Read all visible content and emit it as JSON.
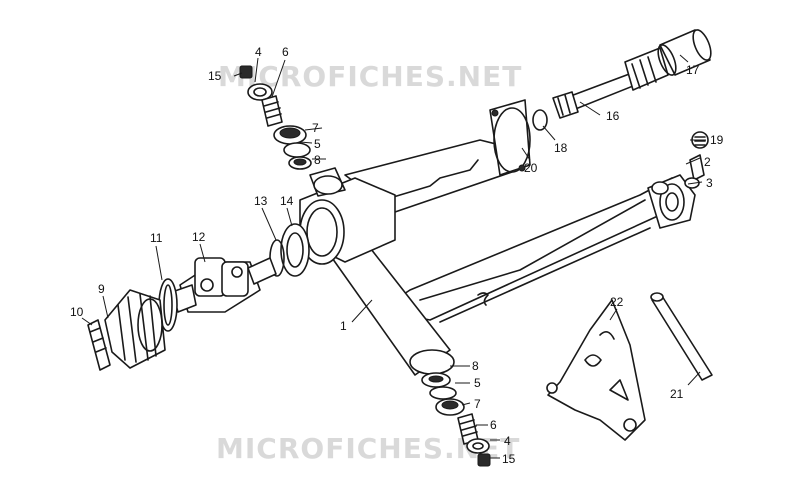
{
  "watermark": {
    "text": "MICROFICHES.NET"
  },
  "callouts": [
    "1",
    "2",
    "3",
    "4",
    "5",
    "6",
    "7",
    "8",
    "9",
    "10",
    "11",
    "12",
    "13",
    "14",
    "15",
    "16",
    "17",
    "18",
    "19",
    "20",
    "21",
    "22",
    "4",
    "5",
    "6",
    "7",
    "8",
    "15"
  ]
}
